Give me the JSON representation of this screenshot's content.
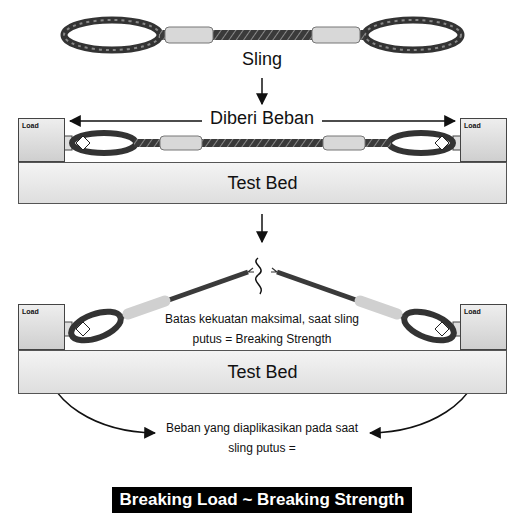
{
  "diagram": {
    "caption": "Breaking Load ~ Breaking Strength",
    "nodes": [
      {
        "text": [
          "Load"
        ]
      },
      {
        "text": [
          "Load"
        ]
      },
      {
        "text": [
          "Test Bed"
        ]
      },
      {
        "text": [
          "Load"
        ]
      },
      {
        "text": [
          "Load"
        ]
      },
      {
        "text": [
          "Test Bed"
        ]
      }
    ],
    "labels": [
      "Sling",
      "Diberi Beban",
      "Batas kekuatan maksimal, saat sling putus = Breaking Strength",
      "Beban yang diaplikasikan pada saat sling putus ="
    ]
  }
}
